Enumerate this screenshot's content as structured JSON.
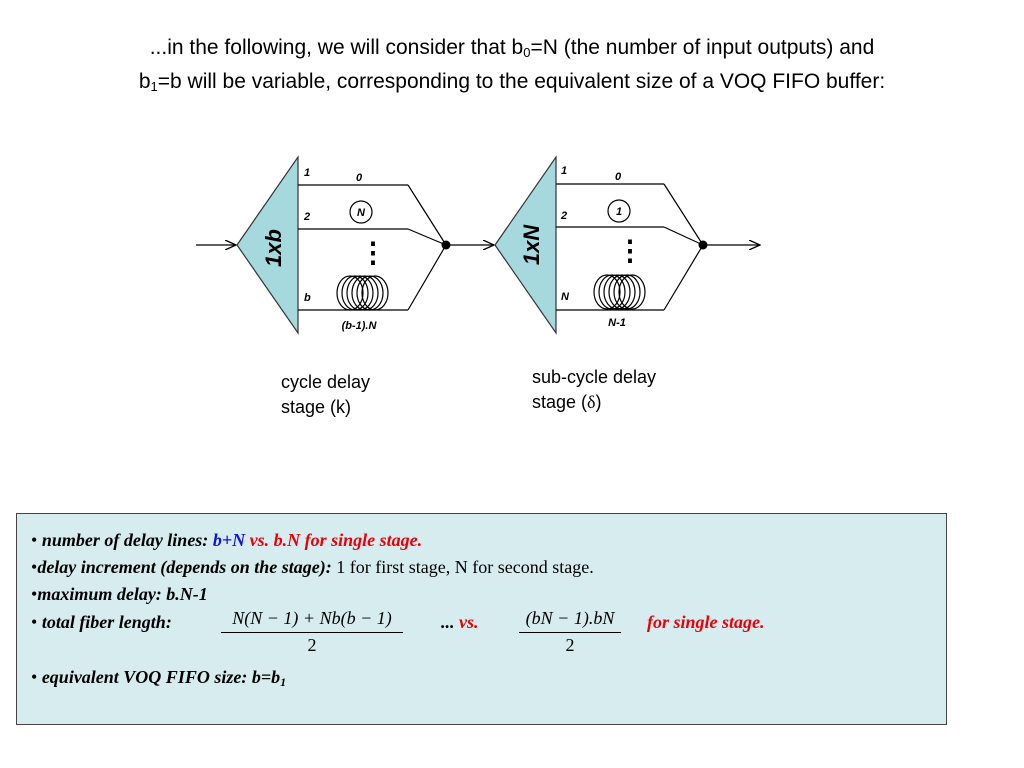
{
  "intro": {
    "l1_a": "...in the following, we will consider that b",
    "l1_sub": "0",
    "l1_b": "=N (the number of input outputs) and",
    "l2_a": "b",
    "l2_sub": "1",
    "l2_b": "=b will be variable, corresponding to the equivalent size of a VOQ FIFO buffer:"
  },
  "stage1": {
    "switch_label": "1xb",
    "ports": [
      "1",
      "2",
      "b"
    ],
    "top_delay": "0",
    "mid_delay": "N",
    "dots": "⋮",
    "bottom_delay": "(b-1).N",
    "caption_l1": "cycle delay",
    "caption_l2": "stage (k)"
  },
  "stage2": {
    "switch_label": "1xN",
    "ports": [
      "1",
      "2",
      "N"
    ],
    "top_delay": "0",
    "mid_delay": "1",
    "dots": "⋮",
    "bottom_delay": "N-1",
    "caption_l1": "sub-cycle delay",
    "caption_l2_a": "stage (",
    "caption_l2_delta": "δ",
    "caption_l2_b": ")"
  },
  "notes": {
    "bullet": "•",
    "l1_label": "number of delay lines:",
    "l1_value": "b+N",
    "l1_rest": "vs. b.N for single stage.",
    "l2_label": "delay increment (depends on the stage):",
    "l2_rest": "1 for first stage, N for second stage.",
    "l3_label": "maximum delay: b.N-1",
    "l4_label": "total fiber length:",
    "l4_frac1_num": "N(N − 1) + Nb(b − 1)",
    "l4_frac1_den": "2",
    "l4_dots": "...",
    "l4_vs": "vs.",
    "l4_frac2_num": "(bN − 1).bN",
    "l4_frac2_den": "2",
    "l4_rest": "for single stage.",
    "l5_label": "equivalent VOQ FIFO size: b=b",
    "l5_sub": "1"
  },
  "colors": {
    "switch_fill": "#a6d9dd",
    "box_fill": "#d7ecee",
    "accent_red": "#e8000b",
    "accent_blue": "#1010e0"
  }
}
